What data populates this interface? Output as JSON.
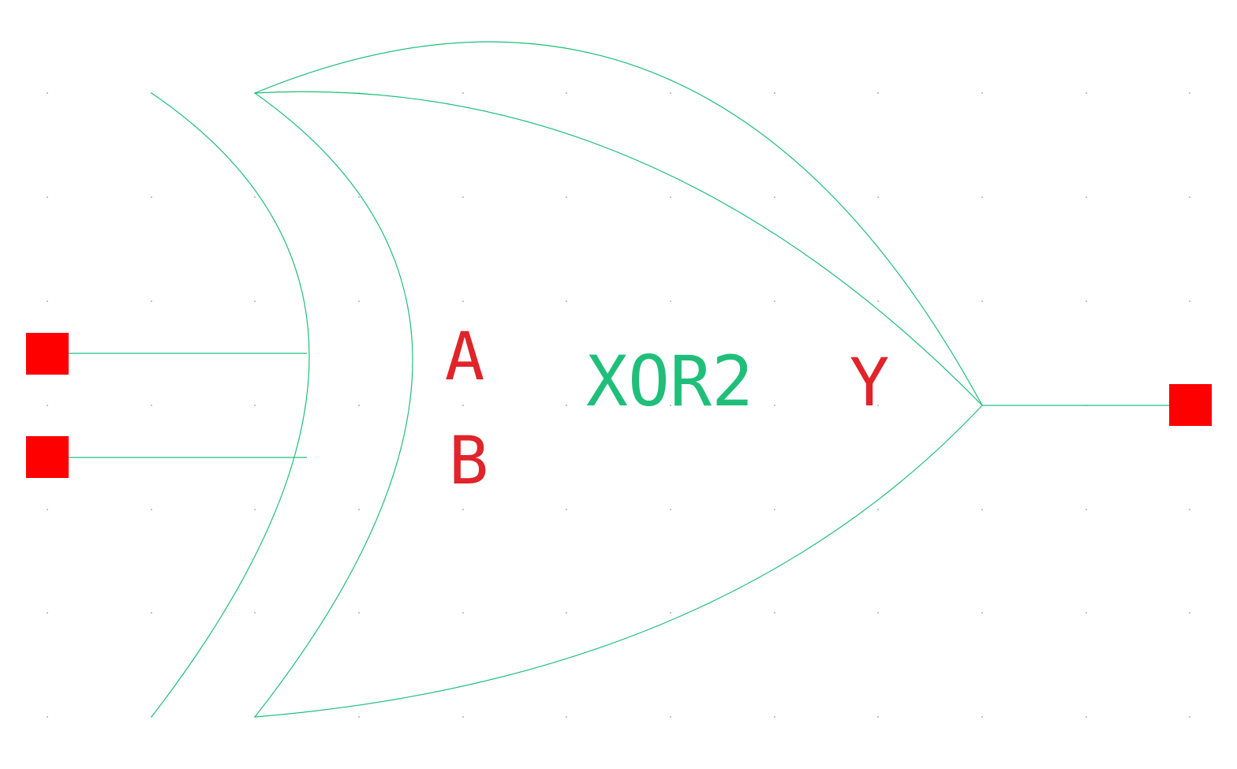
{
  "symbol": {
    "cell_name": "XOR2",
    "pins": {
      "input_a": "A",
      "input_b": "B",
      "output_y": "Y"
    }
  },
  "colors": {
    "background": "#ffffff",
    "grid_dot": "#9a9a9a",
    "gate_outline": "#1fbf7a",
    "wires": "#1fbf7a",
    "pin_label": "#e0242a",
    "cell_label": "#1fbf7a",
    "pin_marker": "#ff0000"
  },
  "icons": {
    "pin_marker_shape": "filled-square"
  }
}
